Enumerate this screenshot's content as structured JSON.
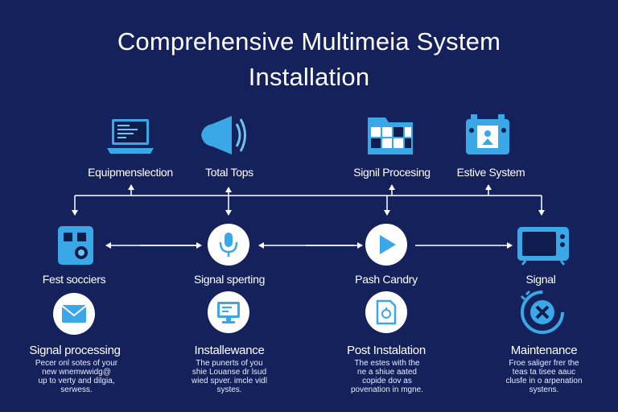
{
  "title_line1": "Comprehensive Multimeia System",
  "title_line2": "Installation",
  "top_row": [
    {
      "label": "Equipmenslection",
      "icon": "laptop-icon"
    },
    {
      "label": "Total Tops",
      "icon": "speaker-icon"
    },
    {
      "label": "Signil Procesing",
      "icon": "folder-grid-icon"
    },
    {
      "label": "Estive System",
      "icon": "control-panel-icon"
    }
  ],
  "middle_row": [
    {
      "label": "Fest socciers",
      "icon": "camera-icon"
    },
    {
      "label": "Signal sperting",
      "icon": "microphone-icon"
    },
    {
      "label": "Pash Candry",
      "icon": "play-icon"
    },
    {
      "label": "Signal",
      "icon": "tv-icon"
    }
  ],
  "bottom_row": [
    {
      "label": "Signal processing",
      "icon": "envelope-icon",
      "lines": [
        "Pecer onl sotes of your",
        "new wnemwwidg@",
        "up to verty and dilgia,",
        "serwess."
      ]
    },
    {
      "label": "Installewance",
      "icon": "monitor-icon",
      "lines": [
        "The punerts of you",
        "shie Louanse dr lsud",
        "wied spver. imcle vidl",
        "systes."
      ]
    },
    {
      "label": "Post Instalation",
      "icon": "document-icon",
      "lines": [
        "The estes with the",
        "ne a shiue aated",
        "copide dov as",
        "povenation in mgne."
      ]
    },
    {
      "label": "Maintenance",
      "icon": "gauge-icon",
      "lines": [
        "Froe saliger frer the",
        "teas ta tisee aauc",
        "clusfe in o arpenation",
        "systens."
      ]
    }
  ],
  "colors": {
    "background": "#14215a",
    "accent": "#3aa7e6",
    "accent_light": "#6fc4f0"
  }
}
